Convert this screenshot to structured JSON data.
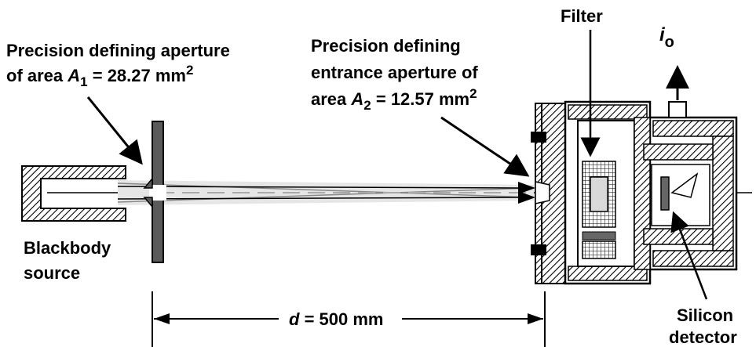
{
  "labels": {
    "aperture1_line1": "Precision defining aperture",
    "aperture1_line2_prefix": "of area ",
    "aperture1_symbol": "A",
    "aperture1_sub": "1",
    "aperture1_value": " = 28.27 mm",
    "aperture1_sup": "2",
    "aperture2_line1": "Precision defining",
    "aperture2_line2": "entrance aperture of",
    "aperture2_line3_prefix": "area ",
    "aperture2_symbol": "A",
    "aperture2_sub": "2",
    "aperture2_value": " = 12.57 mm",
    "aperture2_sup": "2",
    "filter": "Filter",
    "current_symbol": "i",
    "current_sub": "o",
    "blackbody_line1": "Blackbody",
    "blackbody_line2": "source",
    "distance_symbol": "d",
    "distance_value": " = 500 mm",
    "silicon_line1": "Silicon",
    "silicon_line2": "detector"
  },
  "colors": {
    "ink": "#000000",
    "aperture_fill": "#555555",
    "hatch": "#000000",
    "beam": "#bdbdbd"
  }
}
